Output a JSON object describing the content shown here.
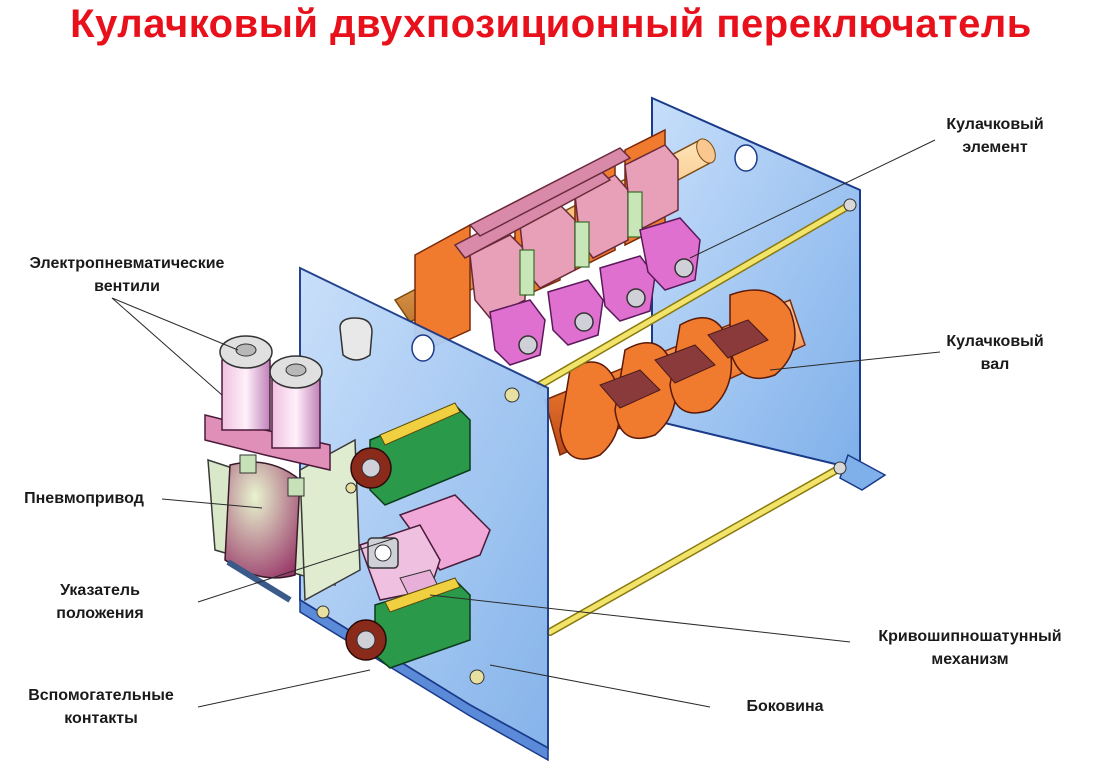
{
  "title": "Кулачковый двухпозиционный переключатель",
  "labels": {
    "cam_element": [
      "Кулачковый",
      "элемент"
    ],
    "valves": [
      "Электропневматические",
      "вентили"
    ],
    "cam_shaft": [
      "Кулачковый",
      "вал"
    ],
    "actuator": [
      "Пневмопривод"
    ],
    "indicator": [
      "Указатель",
      "положения"
    ],
    "crank": [
      "Кривошипношатунный",
      "механизм"
    ],
    "aux_contacts": [
      "Вспомогательные",
      "контакты"
    ],
    "side": [
      "Боковина"
    ]
  },
  "colors": {
    "title": "#e8101a",
    "side_plate": "#9ec6f2",
    "cam_shaft": "#f07a2e",
    "rod": "#f2e46a",
    "cam_element": "#e8a0c0",
    "contacts": "#2a9a4a",
    "actuator": "#c46a8a"
  }
}
